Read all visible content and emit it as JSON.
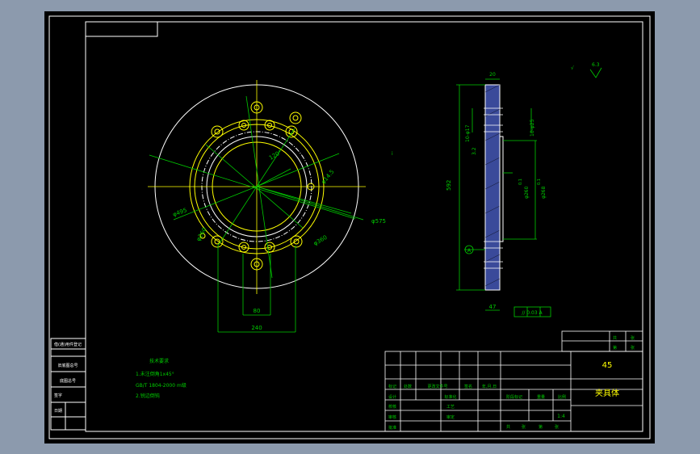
{
  "drawing": {
    "background_color": "#000000",
    "line_color": "#ffffff",
    "accent_yellow": "#ffff00",
    "accent_green": "#00cc00",
    "hatch_color": "#3a4a9a"
  },
  "front_view": {
    "dims": {
      "outer_diameter": "φ575",
      "bolt_circle": "φ495",
      "hole_circle": "φ360",
      "inner_circle": "φ260",
      "small_hole": "φ14.5",
      "angle": "120°",
      "width_80": "80",
      "width_240": "240"
    }
  },
  "side_view": {
    "dims": {
      "top_width": "20",
      "height": "592",
      "bottom_width": "47",
      "thread_left": "10-φ17",
      "thread_right": "10-φ25",
      "bore_a": "φ260",
      "bore_b": "φ268",
      "tol_a": "0.1",
      "tol_b": "0.1",
      "chamfer": "3.2",
      "datum": "A",
      "parallel": "// 0.03 A",
      "surface_finish": "6.3",
      "surface_symbol": "√"
    }
  },
  "notes": {
    "heading": "技术要求",
    "line1": "1.未注倒角1x45°",
    "line2": "GB/T 1804-2000 m级",
    "line3": "2.锐边倒钝"
  },
  "title_block": {
    "material": "45",
    "part_name": "夹具体",
    "scale": "1:4",
    "header_labels": [
      "标记",
      "处数",
      "更改文件号",
      "签名",
      "年,月,日"
    ],
    "row_labels": [
      "设计",
      "标准化",
      "校核",
      "工艺",
      "审核",
      "审定",
      "批准"
    ],
    "right_labels": [
      "阶段标记",
      "重量",
      "比例"
    ],
    "bottom_labels": [
      "共",
      "张",
      "第",
      "张"
    ],
    "small_box_labels": [
      "共",
      "张",
      "第",
      "张"
    ]
  },
  "left_column": {
    "items": [
      "借(通)用件登记",
      "旧底图总号",
      "底图总号",
      "签字",
      "日期"
    ]
  }
}
